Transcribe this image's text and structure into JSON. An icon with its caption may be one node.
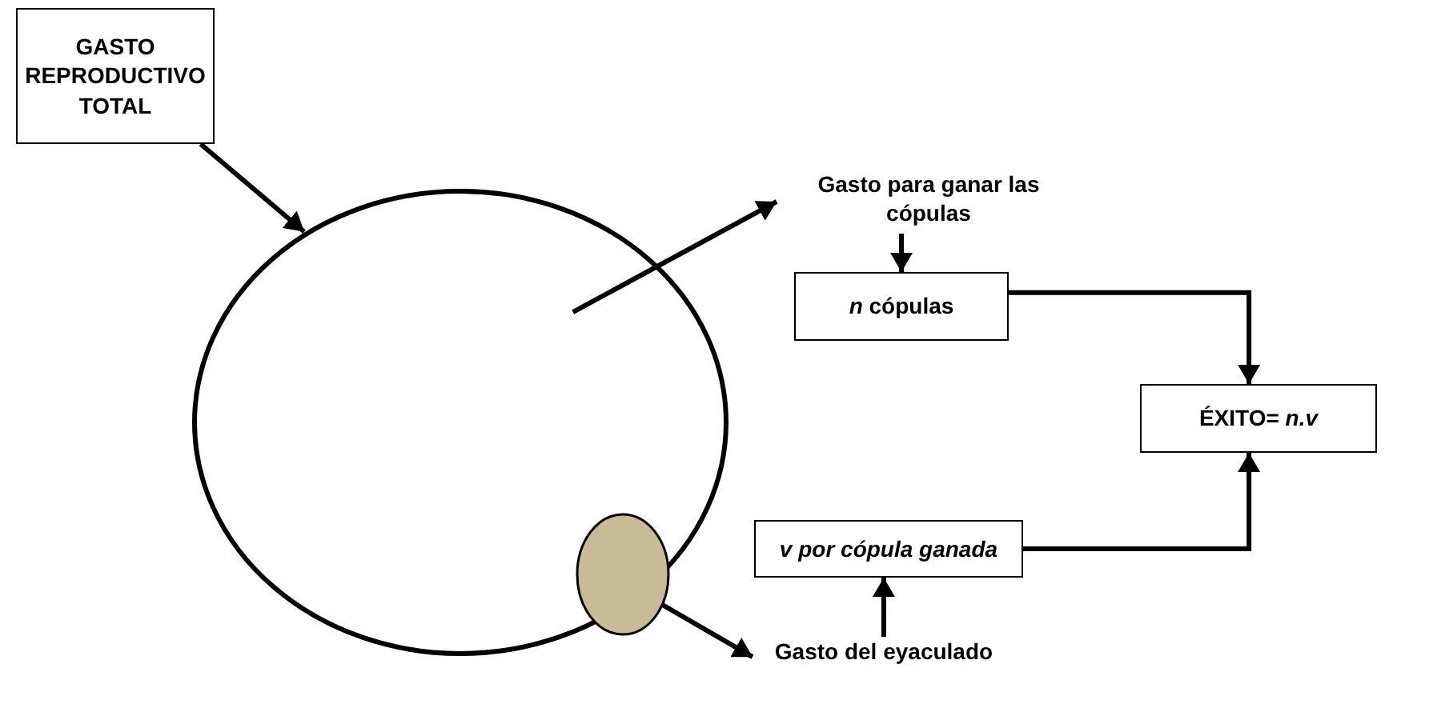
{
  "diagram": {
    "nodes": [
      {
        "text": [
          "GASTO REPRODUCTIVO TOTAL"
        ]
      },
      {
        "text": [],
        "shape": "circle"
      },
      {
        "text": [],
        "shape": "circle",
        "in": 1
      },
      {
        "text": [
          "Gasto para ganar las cópulas"
        ]
      },
      {
        "text": [
          "*n* cópulas"
        ]
      },
      {
        "text": [
          "Gasto del eyaculado"
        ]
      },
      {
        "text": [
          "v por cópula ganada"
        ]
      },
      {
        "text": [
          "ÉXITO= *n.v*"
        ]
      }
    ],
    "edges": [
      {
        "from": 0,
        "to": 1,
        "arrow": "to"
      },
      {
        "from": 1,
        "to": 3,
        "arrow": "to"
      },
      {
        "from": 3,
        "to": 4,
        "arrow": "to"
      },
      {
        "from": 2,
        "to": 5,
        "arrow": "to"
      },
      {
        "from": 5,
        "to": 6,
        "arrow": "to"
      },
      {
        "from": 4,
        "to": 7,
        "arrow": "to"
      },
      {
        "from": 6,
        "to": 7,
        "arrow": "to"
      }
    ]
  }
}
